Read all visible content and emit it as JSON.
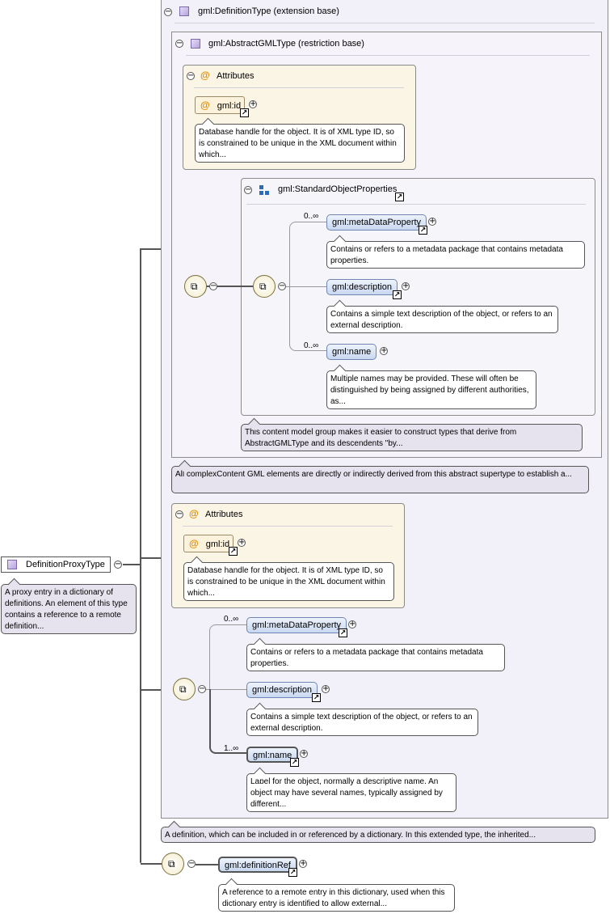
{
  "root": {
    "name": "DefinitionProxyType",
    "doc": "A proxy entry in a dictionary of definitions. An element of this type contains a reference to a remote definition..."
  },
  "extension": {
    "title": "gml:DefinitionType (extension base)",
    "doc": "A definition, which can be included in or referenced by a dictionary. In this extended type, the inherited..."
  },
  "restriction": {
    "title": "gml:AbstractGMLType (restriction base)",
    "doc": "All complexContent GML elements are directly or indirectly derived from this abstract supertype to establish a..."
  },
  "attributes_inner": {
    "label": "Attributes",
    "attr_name": "gml:id",
    "attr_doc": "Database handle for the object. It is of XML type ID, so is constrained to be unique in the XML document within which..."
  },
  "group": {
    "title": "gml:StandardObjectProperties",
    "doc": "This content model group makes it easier to construct types that derive from AbstractGMLType and its descendents \"by...",
    "items": [
      {
        "name": "gml:metaDataProperty",
        "occ": "0..∞",
        "doc": "Contains or refers to a metadata package that contains metadata properties."
      },
      {
        "name": "gml:description",
        "occ": "",
        "doc": "Contains a simple text description of the object, or refers to an external description."
      },
      {
        "name": "gml:name",
        "occ": "0..∞",
        "doc": "Multiple names may be provided. These will often be distinguished by being assigned by different authorities, as..."
      }
    ]
  },
  "attributes_outer": {
    "label": "Attributes",
    "attr_name": "gml:id",
    "attr_doc": "Database handle for the object. It is of XML type ID, so is constrained to be unique in the XML document within which..."
  },
  "sequence2": {
    "items": [
      {
        "name": "gml:metaDataProperty",
        "occ": "0..∞",
        "doc": "Contains or refers to a metadata package that contains metadata properties."
      },
      {
        "name": "gml:description",
        "occ": "",
        "doc": "Contains a simple text description of the object, or refers to an external description."
      },
      {
        "name": "gml:name",
        "occ": "1..∞",
        "doc": "Label for the object, normally a descriptive name. An object may have several names, typically assigned by different..."
      }
    ]
  },
  "definition_ref": {
    "name": "gml:definitionRef",
    "doc": "A reference to a remote entry in this dictionary, used when this dictionary entry is identified to allow external..."
  },
  "colors": {
    "panel_lavender": "#f2f0f8",
    "attr_cream": "#fbf5e6",
    "element_blue": "#c8d8f0",
    "note_lavender": "#e6e2ee"
  }
}
